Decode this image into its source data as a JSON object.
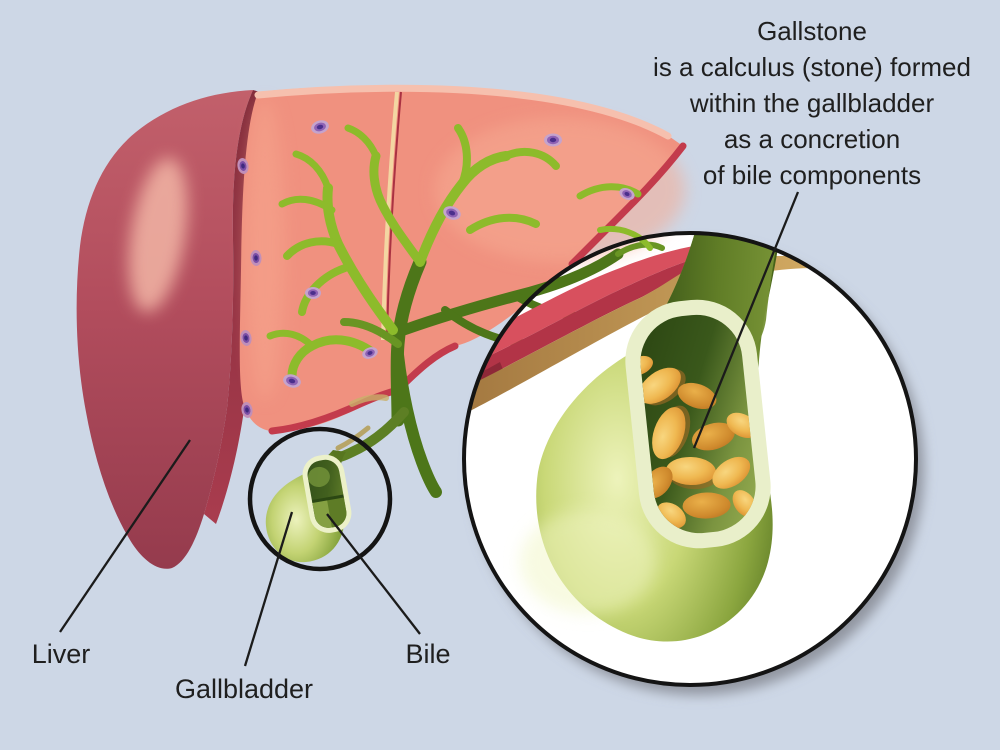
{
  "diagram": {
    "caption": {
      "lines": [
        "Gallstone",
        "is a calculus (stone) formed",
        "within the gallbladder",
        "as a concretion",
        "of bile components"
      ]
    },
    "labels": {
      "liver": "Liver",
      "gallbladder": "Gallbladder",
      "bile": "Bile"
    },
    "colors": {
      "background": "#cdd7e6",
      "liver_outer_surface": "#b44f5f",
      "liver_cut_face": "#f0917f",
      "liver_edge_rim": "#c33b4c",
      "bile_duct_bright_green": "#8dbb2b",
      "bile_duct_dark_green": "#4d7619",
      "gallbladder_green": "#8aa741",
      "gallstone_orange": "#e9a73d",
      "inset_fill": "#ffffff",
      "outline_black": "#141414",
      "text": "#1f1f1f"
    }
  }
}
